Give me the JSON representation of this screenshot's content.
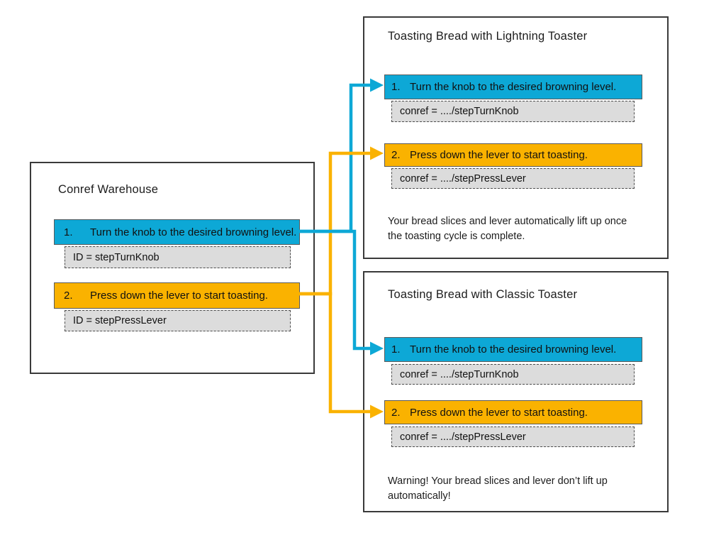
{
  "colors": {
    "step_blue": "#0da8d6",
    "step_orange": "#fab200",
    "ref_box_fill": "#dcdcdc",
    "box_border": "#3a3a3a"
  },
  "warehouse": {
    "title": "Conref Warehouse",
    "steps": [
      {
        "num": "1.",
        "text": "Turn the knob to the desired browning level.",
        "id_label": "ID = stepTurnKnob"
      },
      {
        "num": "2.",
        "text": "Press down the lever to start toasting.",
        "id_label": "ID = stepPressLever"
      }
    ]
  },
  "topics": [
    {
      "title": "Toasting Bread with Lightning Toaster",
      "steps": [
        {
          "num": "1.",
          "text": "Turn the knob to the desired browning level.",
          "ref_label": "conref = ..../stepTurnKnob"
        },
        {
          "num": "2.",
          "text": "Press down the lever to start toasting.",
          "ref_label": "conref = ..../stepPressLever"
        }
      ],
      "note": "Your bread slices and lever automatically lift up once the toasting cycle is complete."
    },
    {
      "title": "Toasting Bread with Classic Toaster",
      "steps": [
        {
          "num": "1.",
          "text": "Turn the knob to the desired browning level.",
          "ref_label": "conref = ..../stepTurnKnob"
        },
        {
          "num": "2.",
          "text": "Press down the lever to start toasting.",
          "ref_label": "conref = ..../stepPressLever"
        }
      ],
      "note": "Warning! Your bread slices and lever don’t lift up automatically!"
    }
  ]
}
